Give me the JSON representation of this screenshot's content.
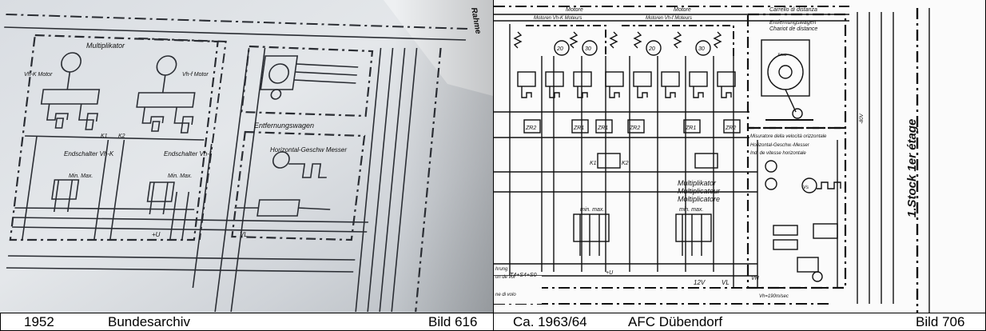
{
  "left_panel": {
    "labels": {
      "multiplikator": "Multiplikator",
      "vh_k_motor": "Vh-K Motor",
      "vh_f_motor": "Vh-f Motor",
      "entfernungswagen": "Entfernungswagen",
      "horizontal_messer": "Horizontal-Geschw Messer",
      "endschalter_k": "Endschalter Vh-K",
      "endschalter_f": "Endschalter Vh-f",
      "min_max_k": "Min. Max.",
      "min_max_f": "Min. Max.",
      "rahmen": "Rahme",
      "k1": "K1",
      "k2": "K2",
      "vl": "VL",
      "plus_u": "+U"
    },
    "caption": {
      "year": "1952",
      "source": "Bundesarchiv",
      "bild": "Bild 616"
    }
  },
  "right_panel": {
    "labels": {
      "motore_1": "Motore",
      "motore_2": "Motore",
      "motoren_k": "Motoren Vh-K Moteurs",
      "motoren_f": "Motoren Vh-f Moteurs",
      "carrello": "Carrello di distanza",
      "entfernungswagen": "Entfernungswagen",
      "chariot": "Chariot de distance",
      "misuratore": "Misuratore della velocità orizzontale",
      "horizontal_messer": "Horizontal-Geschw.-Messer",
      "ind_vitesse": "Ind. de vitesse horizontale",
      "multiplikator": "Multiplikator",
      "multiplicateur": "Multiplicateur",
      "moltiplicatore": "Moltiplicatore",
      "stock": "1.Stock 1er étage",
      "m20a": "20",
      "m30a": "30",
      "m20b": "20",
      "m30b": "30",
      "zr2a": "ZR2",
      "zr1a": "ZR1",
      "zr1b": "ZR1",
      "zr2b": "ZR2",
      "zr1c": "ZR1",
      "zr2c": "ZR2",
      "k1": "K1",
      "k2": "K2",
      "minmax1": "min.  max.",
      "minmax2": "min.  max.",
      "twelve_v": "12V",
      "vl": "VL",
      "vh": "VH",
      "vh190": "Vh=190m/sec",
      "sum": "T4+S4+S0",
      "u_plus": "+U",
      "volo": "ne di volo",
      "vol": "on de vol",
      "hrung": "hrung",
      "minus_80v": "-80V",
      "vs": "Vs",
      "xnue": "Xnue"
    },
    "caption": {
      "year": "Ca. 1963/64",
      "source": "AFC Dübendorf",
      "bild": "Bild 706"
    }
  }
}
